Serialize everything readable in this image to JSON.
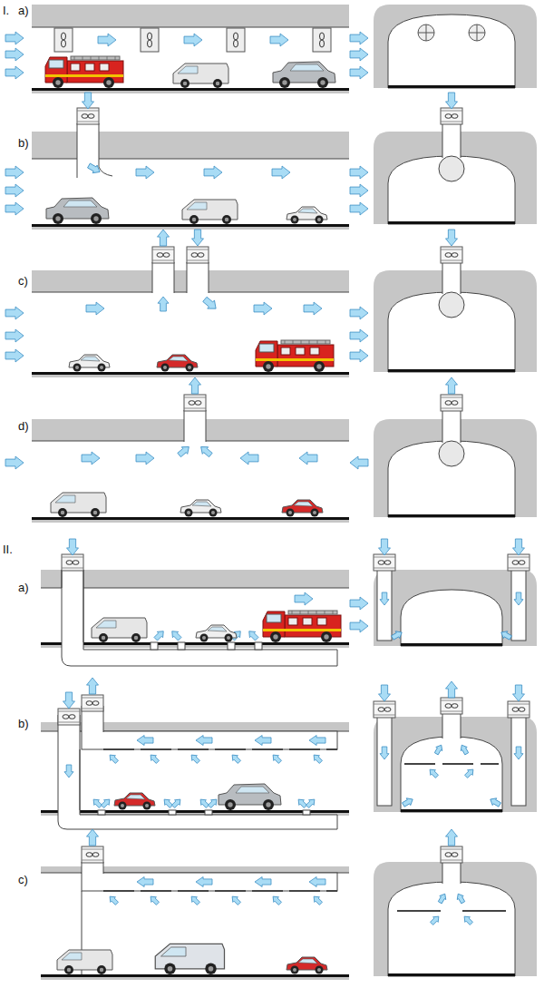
{
  "diagram": {
    "labels": [
      "I.",
      "a)",
      "b)",
      "c)",
      "d)",
      "II.",
      "a)",
      "b)",
      "c)"
    ]
  }
}
